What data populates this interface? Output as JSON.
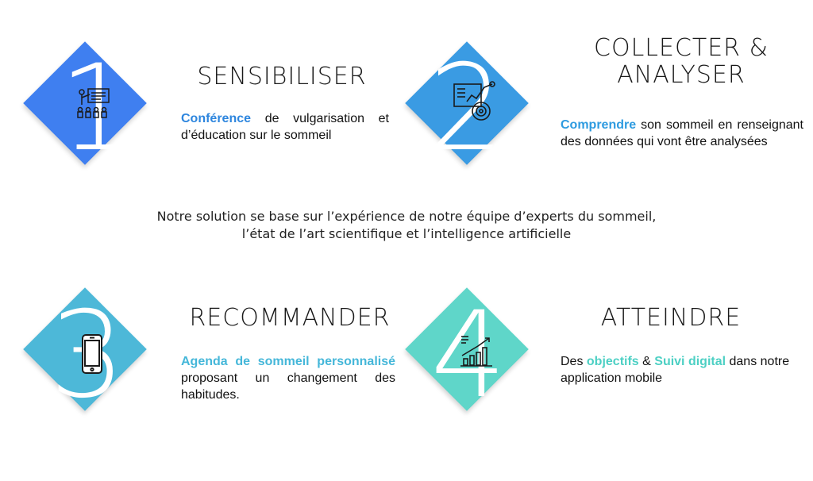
{
  "steps": [
    {
      "number": "1",
      "title_lines": [
        "SENSIBILISER"
      ],
      "highlight": "Conférence",
      "text_after": " de vulgarisation et d’éducation sur le sommeil",
      "color": "#3F7FF0",
      "highlight_color": "#2E86DE",
      "icon": "presentation-icon"
    },
    {
      "number": "2",
      "title_lines": [
        "COLLECTER &",
        "ANALYSER"
      ],
      "highlight": "Comprendre",
      "text_after": " son sommeil en renseignant des données qui vont être analysées",
      "color": "#3A9BE3",
      "highlight_color": "#2E9BE0",
      "icon": "data-analysis-icon"
    },
    {
      "number": "3",
      "title_lines": [
        "RECOMMANDER"
      ],
      "highlight": "Agenda de sommeil personnalisé",
      "text_after": " proposant un changement des habitudes.",
      "color": "#4DB8D8",
      "highlight_color": "#45B7D9",
      "icon": "smartphone-icon"
    },
    {
      "number": "4",
      "title_lines": [
        "ATTEINDRE"
      ],
      "text_parts": [
        "Des ",
        "objectifs",
        " & ",
        "Suivi digital",
        " dans notre application mobile"
      ],
      "color": "#5FD6C9",
      "highlight_color": "#4DD0C4",
      "icon": "growth-chart-icon"
    }
  ],
  "center_text": {
    "line1": "Notre solution se base sur l’expérience de notre équipe d’experts du sommeil,",
    "line2": "l’état de l’art scientifique et l’intelligence artificielle"
  }
}
